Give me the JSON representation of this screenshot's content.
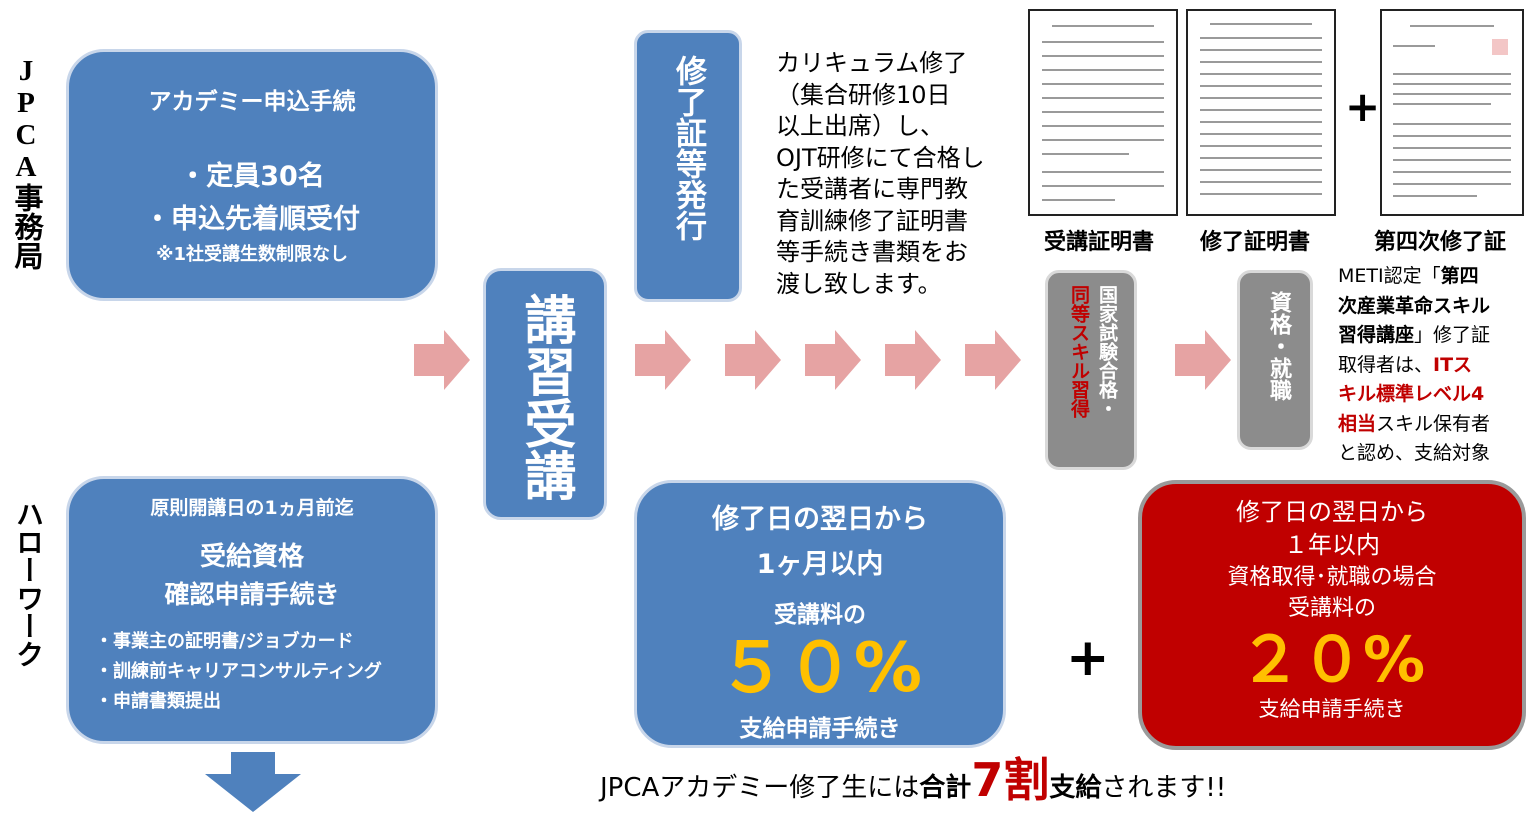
{
  "side_labels": {
    "jpca": "JPCA事務局",
    "hellowork": "ハローワーク"
  },
  "jpca_box": {
    "title": "アカデミー申込手続",
    "line1": "・定員30名",
    "line2": "・申込先着順受付",
    "note": "※1社受講生数制限なし"
  },
  "hw_box": {
    "header": "原則開講日の1ヵ月前迄",
    "title1": "受給資格",
    "title2": "確認申請手続き",
    "items": [
      "・事業主の証明書/ジョブカード",
      "・訓練前キャリアコンサルティング",
      "・申請書類提出"
    ]
  },
  "koshu": "講習受講",
  "shuryo_box": "修了証等発行",
  "curriculum_text": [
    "カリキュラム修了",
    "（集合研修10日",
    "以上出席）し、",
    "OJT研修にて合格し",
    "た受講者に専門教",
    "育訓練修了証明書",
    "等手続き書類をお",
    "渡し致します。"
  ],
  "documents": {
    "doc1_caption": "受講証明書",
    "doc2_caption": "修了証明書",
    "doc3_caption": "第四次修了証",
    "plus": "+"
  },
  "kokka_box": {
    "col1": "国家試験合格・",
    "col2": "同等スキル習得"
  },
  "shikaku_box": "資格・就職",
  "meti_text": {
    "l1a": "METI認定「",
    "l1b": "第四",
    "l2": "次産業革命スキル",
    "l3a": "習得講座",
    "l3b": "」修了証",
    "l4a": "取得者は、",
    "l4b": "ITス",
    "l5": "キル標準レベル4",
    "l6a": "相当",
    "l6b": "スキル保有者",
    "l7": "と認め、支給対象"
  },
  "benefit1": {
    "line1": "修了日の翌日から",
    "line2": "1ヶ月以内",
    "line3": "受講料の",
    "percent": "５０%",
    "footer": "支給申請手続き"
  },
  "plus_middle": "+",
  "benefit2": {
    "line1": "修了日の翌日から",
    "line2": "１年以内",
    "line3": "資格取得･就職の場合",
    "line4": "受講料の",
    "percent": "２０%",
    "footer": "支給申請手続き"
  },
  "bottom_text": {
    "part1": "JPCAアカデミー修了生には",
    "part2": "合計",
    "part3": "7割",
    "part4": "支給",
    "part5": "されます!!"
  },
  "colors": {
    "blue": "#4f81bd",
    "gray": "#8c8c8c",
    "arrow": "#e6a3a3",
    "red_box": "#c00000",
    "gold": "#ffc000"
  }
}
